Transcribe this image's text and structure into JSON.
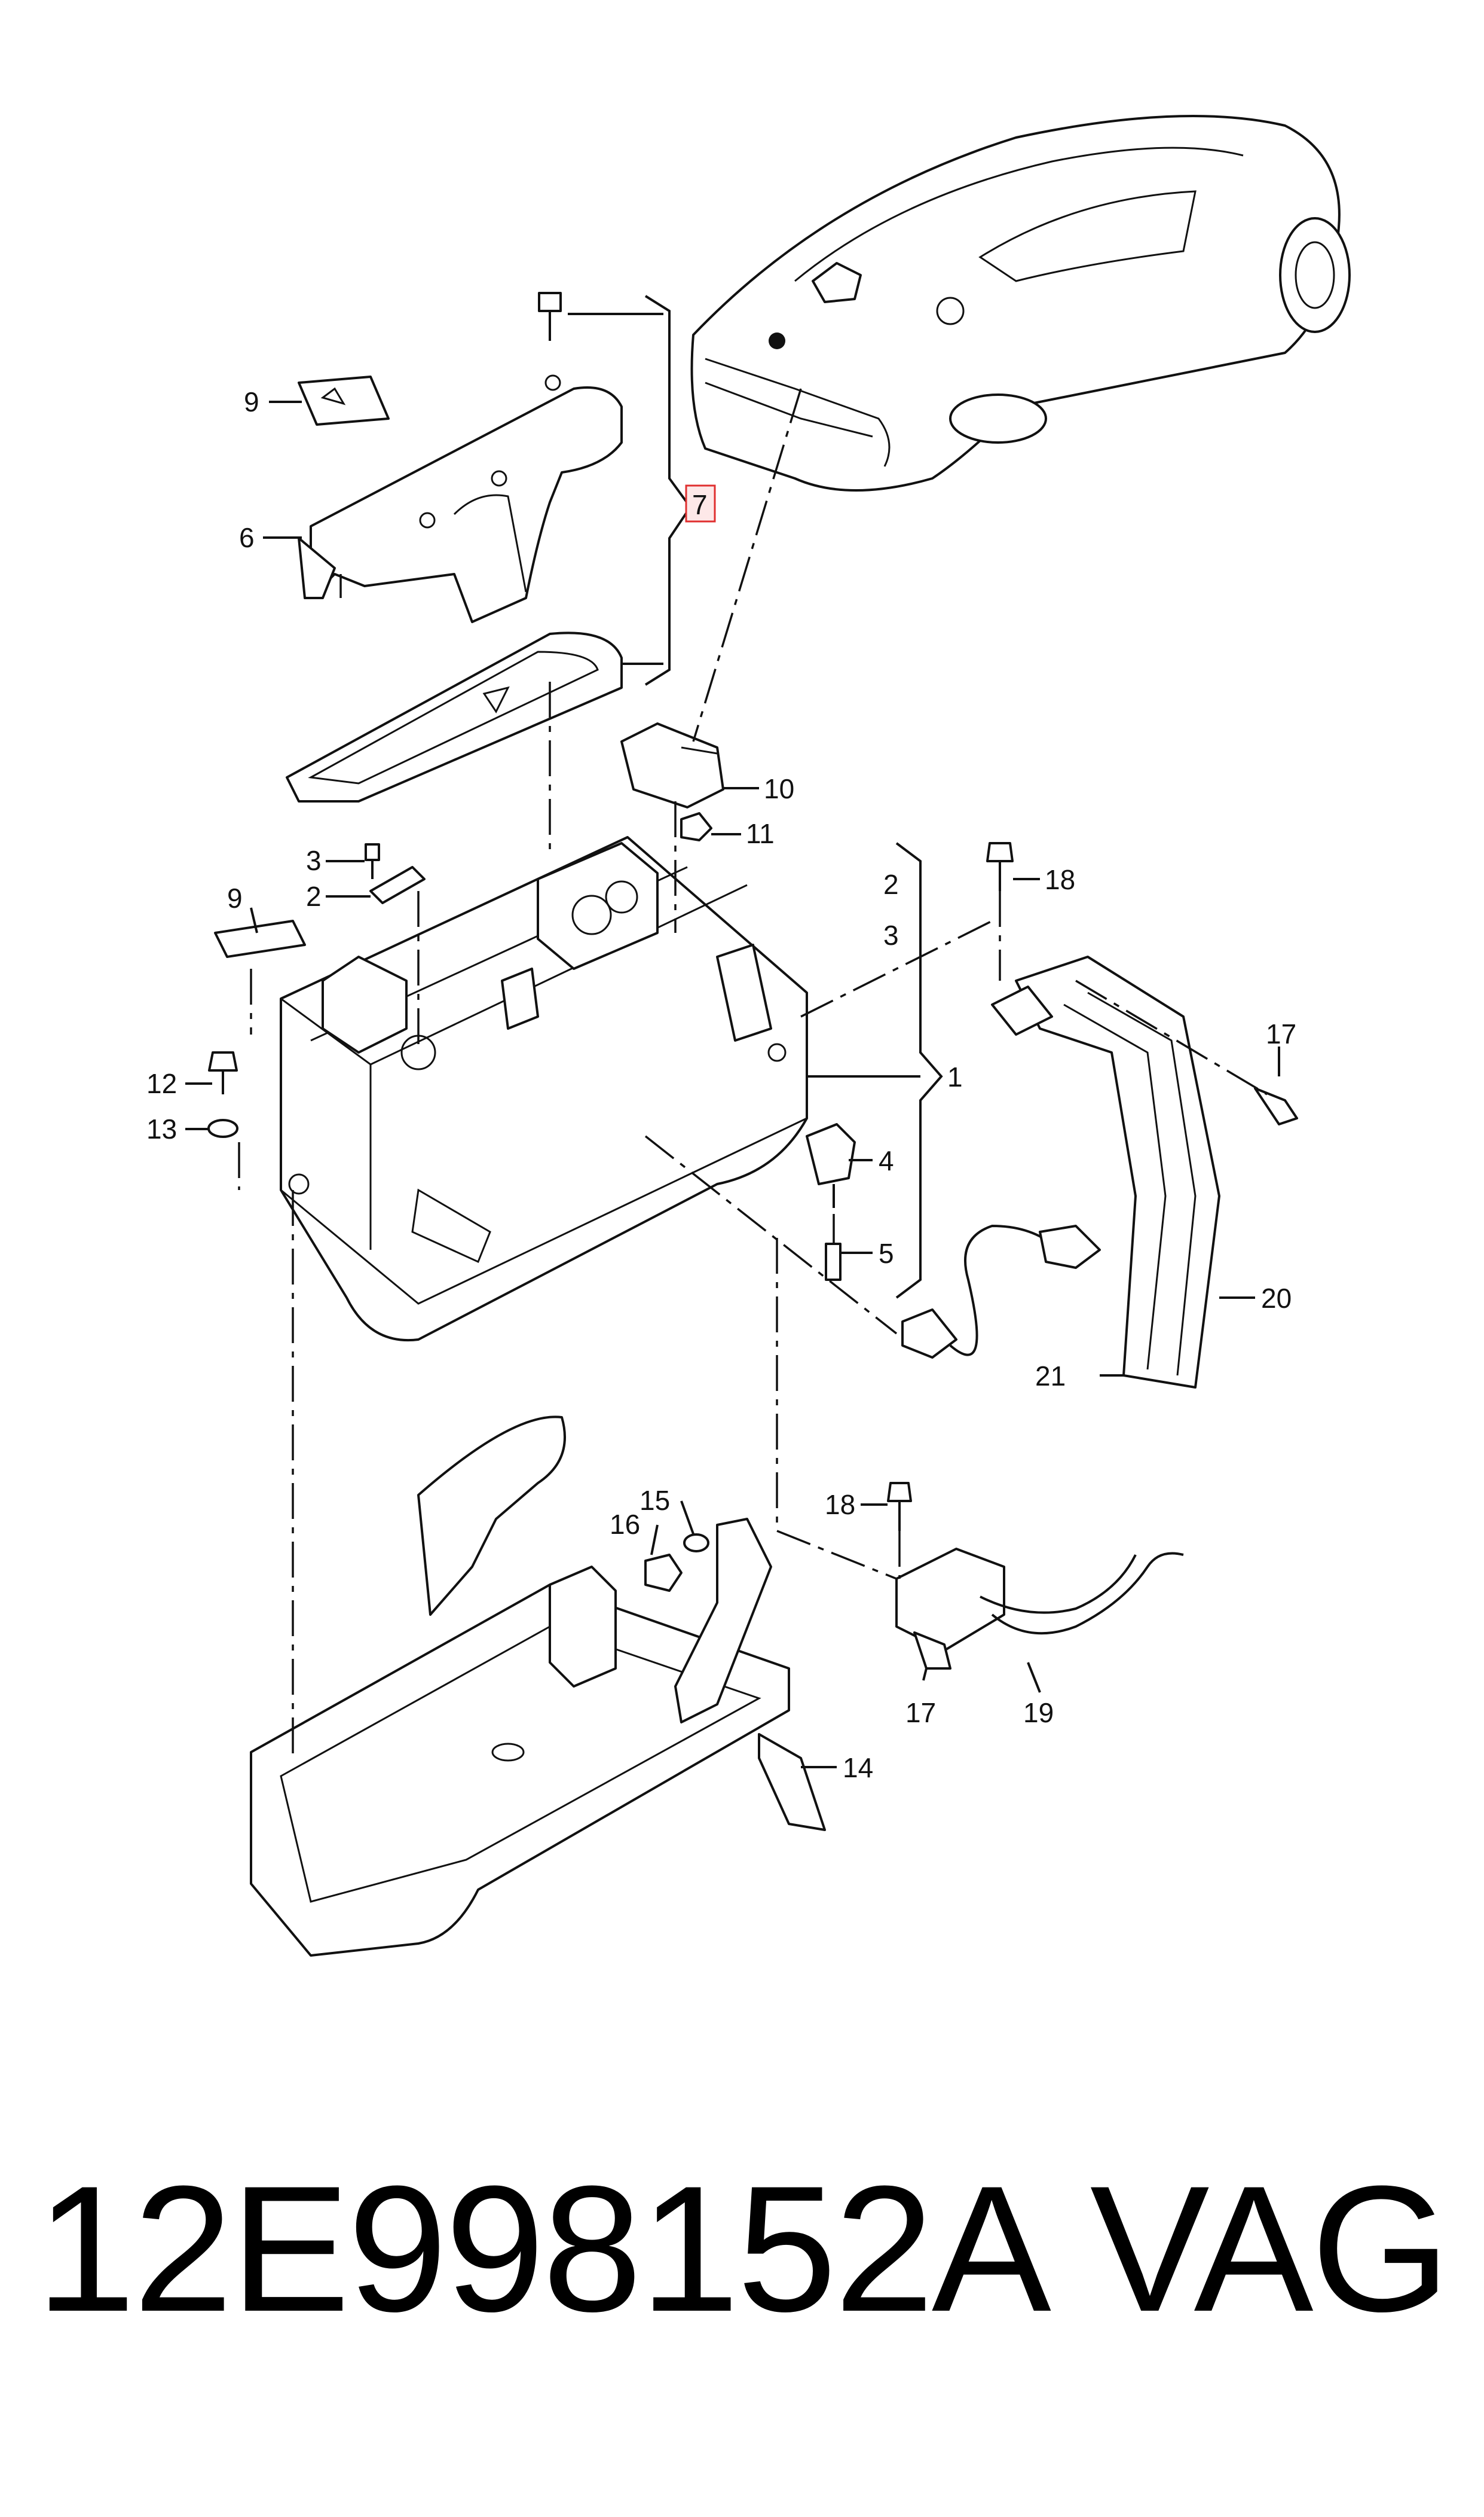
{
  "callouts": [
    "1",
    "2",
    "3",
    "4",
    "5",
    "6",
    "7",
    "9",
    "10",
    "11",
    "12",
    "13",
    "14",
    "15",
    "16",
    "17",
    "18",
    "19",
    "20",
    "21"
  ],
  "callout_labels": {
    "c1": "1",
    "c2a": "2",
    "c2b": "2",
    "c3a": "3",
    "c3b": "3",
    "c4": "4",
    "c5": "5",
    "c6": "6",
    "c7": "7",
    "c9a": "9",
    "c9b": "9",
    "c10": "10",
    "c11": "11",
    "c12": "12",
    "c13": "13",
    "c14": "14",
    "c15": "15",
    "c16": "16",
    "c17a": "17",
    "c17b": "17",
    "c18a": "18",
    "c18b": "18",
    "c19": "19",
    "c20": "20",
    "c21": "21"
  },
  "highlight_color": "#e03030",
  "footer": {
    "part_number": "12E998152A",
    "brand": "VAG"
  }
}
